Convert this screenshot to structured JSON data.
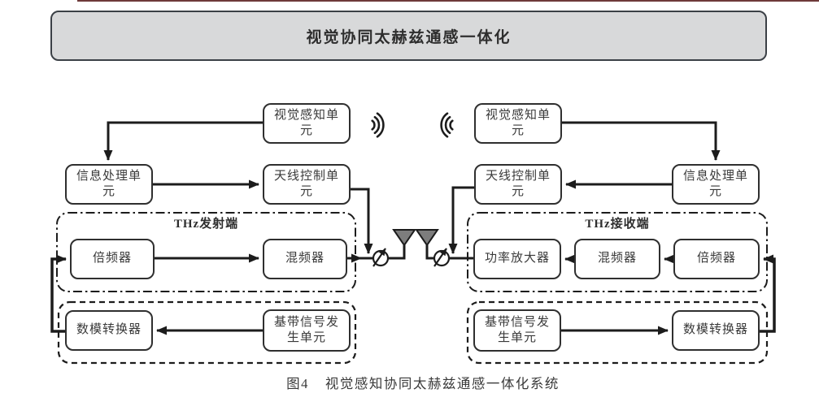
{
  "header": {
    "title": "视觉协同太赫兹通感一体化"
  },
  "left": {
    "visual_unit": "视觉感知单\n元",
    "info_unit": "信息处理单\n元",
    "antenna_ctrl_unit": "天线控制单\n元",
    "group_label": "THz发射端",
    "multiplier": "倍频器",
    "mixer": "混频器",
    "dac": "数模转换器",
    "baseband": "基带信号发\n生单元"
  },
  "right": {
    "visual_unit": "视觉感知单\n元",
    "info_unit": "信息处理单\n元",
    "antenna_ctrl_unit": "天线控制单\n元",
    "group_label": "THz接收端",
    "power_amp": "功率放大器",
    "mixer": "混频器",
    "multiplier": "倍频器",
    "baseband": "基带信号发\n生单元",
    "dac": "数模转换器"
  },
  "caption": {
    "label": "图4",
    "text": "视觉感知协同太赫兹通感一体化系统"
  },
  "icons": {
    "wireless_left": "wireless-signal-right-icon",
    "wireless_right": "wireless-signal-left-icon",
    "antennas": "antenna-icon",
    "phase_shifters": "phase-shifter-icon"
  },
  "colors": {
    "line": "#1c1c1c",
    "box_border": "#2f2f2f",
    "box_text": "#3a3a3a",
    "title_fill": "#d8d9da",
    "title_border": "#3b4046",
    "antenna_fill": "#7d7d7d",
    "top_rule": "#6e3a3a"
  }
}
